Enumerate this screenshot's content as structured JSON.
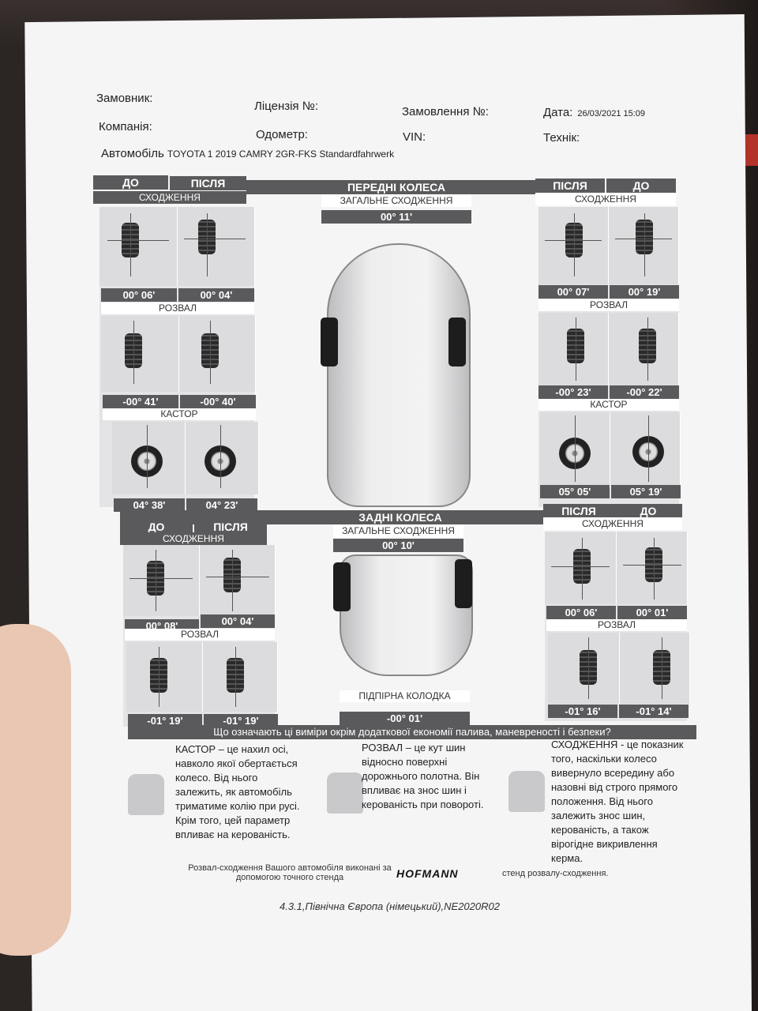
{
  "header": {
    "customer": "Замовник:",
    "license": "Ліцензія №:",
    "order": "Замовлення №:",
    "date_label": "Дата:",
    "date_value": "26/03/2021 15:09",
    "company": "Компанія:",
    "odometer": "Одометр:",
    "vin": "VIN:",
    "technician": "Технік:",
    "car_label": "Автомобіль",
    "car_value": "TOYOTA 1 2019 CAMRY 2GR-FKS Standardfahrwerk"
  },
  "front": {
    "title": "ПЕРЕДНІ КОЛЕСА",
    "total_label": "ЗАГАЛЬНЕ СХОДЖЕННЯ",
    "total_value": "00° 11'",
    "left": {
      "before": "ДО",
      "after": "ПІСЛЯ",
      "toe_label": "СХОДЖЕННЯ",
      "toe_before": "00° 06'",
      "toe_after": "00° 04'",
      "camber_label": "РОЗВАЛ",
      "camber_before": "-00° 41'",
      "camber_after": "-00° 40'",
      "caster_label": "КАСТОР",
      "caster_before": "04° 38'",
      "caster_after": "04° 23'"
    },
    "right": {
      "before": "ДО",
      "after": "ПІСЛЯ",
      "toe_label": "СХОДЖЕННЯ",
      "toe_after": "00° 07'",
      "toe_before": "00° 19'",
      "camber_label": "РОЗВАЛ",
      "camber_after": "-00° 23'",
      "camber_before": "-00° 22'",
      "caster_label": "КАСТОР",
      "caster_after": "05° 05'",
      "caster_before": "05° 19'"
    }
  },
  "rear": {
    "title": "ЗАДНІ КОЛЕСА",
    "total_label": "ЗАГАЛЬНЕ СХОДЖЕННЯ",
    "total_value": "00° 10'",
    "thrust_label": "ПІДПІРНА КОЛОДКА",
    "thrust_value": "-00° 01'",
    "left": {
      "before": "ДО",
      "after": "ПІСЛЯ",
      "toe_label": "СХОДЖЕННЯ",
      "toe_before": "00° 08'",
      "toe_after": "00° 04'",
      "camber_label": "РОЗВАЛ",
      "camber_before": "-01° 19'",
      "camber_after": "-01° 19'"
    },
    "right": {
      "before": "ДО",
      "after": "ПІСЛЯ",
      "toe_label": "СХОДЖЕННЯ",
      "toe_after": "00° 06'",
      "toe_before": "00° 01'",
      "camber_label": "РОЗВАЛ",
      "camber_after": "-01° 16'",
      "camber_before": "-01° 14'"
    }
  },
  "question": "Що означають ці виміри окрім додаткової економії палива, маневреності і безпеки?",
  "explain": {
    "caster": [
      "КАСТОР – це нахил осі,",
      "навколо якої обертається",
      "колесо. Від нього",
      "залежить, як автомобіль",
      "триматиме колію при русі.",
      "Крім того, цей параметр",
      "впливає на керованість."
    ],
    "camber": [
      "РОЗВАЛ – це кут шин",
      "відносно поверхні",
      "дорожнього полотна. Він",
      "впливає на знос шин і",
      "керованість при повороті."
    ],
    "toe": [
      "СХОДЖЕННЯ - це показник",
      "того, наскільки колесо",
      "вивернуло всередину або",
      "назовні від строго прямого",
      "положення. Від нього",
      "залежить знос шин,",
      "керованість, а також",
      "вірогідне викривлення",
      "керма."
    ]
  },
  "footer": {
    "line1": "Розвал-сходження Вашого автомобіля виконані за",
    "line1b": "допомогою точного стенда",
    "brand": "HOFMANN",
    "line1c": "стенд розвалу-сходження.",
    "version": "4.3.1,Північна Європа (німецький),NE2020R02"
  }
}
